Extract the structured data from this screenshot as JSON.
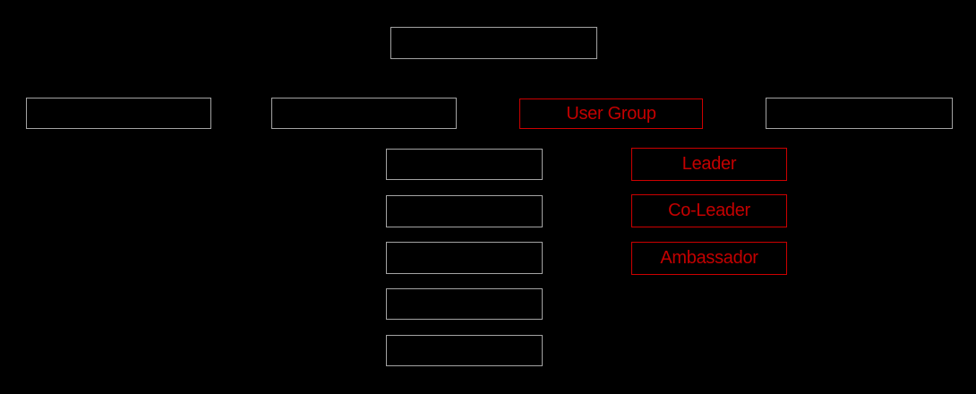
{
  "canvas": {
    "background": "#000000"
  },
  "diagram": {
    "type": "org-chart",
    "colors": {
      "box_border": "#a3a3a3",
      "highlight_border": "#cc0000",
      "highlight_text": "#c30000",
      "connector": "#000000",
      "background": "#000000"
    },
    "root": {
      "label": ""
    },
    "level2": [
      {
        "label": ""
      },
      {
        "label": ""
      },
      {
        "label": "User Group",
        "highlighted": true
      },
      {
        "label": ""
      }
    ],
    "branch2_children": [
      {
        "label": ""
      },
      {
        "label": ""
      },
      {
        "label": ""
      },
      {
        "label": ""
      },
      {
        "label": ""
      }
    ],
    "user_group_children": [
      {
        "label": "Leader"
      },
      {
        "label": "Co-Leader"
      },
      {
        "label": "Ambassador"
      }
    ]
  }
}
